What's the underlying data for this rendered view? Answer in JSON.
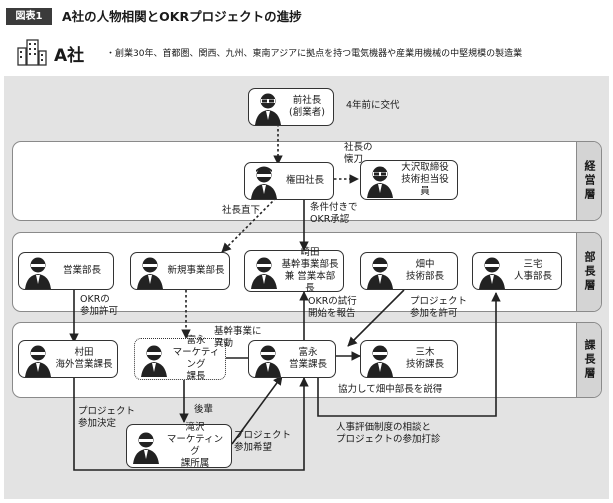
{
  "header": {
    "badge": "図表1",
    "title": "A社の人物相関とOKRプロジェクトの進捗"
  },
  "company": {
    "name": "A社",
    "description": "・創業30年、首都圏、関西、九州、東南アジアに拠点を持つ電気機器や産業用機械の中堅規模の製造業"
  },
  "bands": {
    "management": "経営層",
    "general_manager": "部長層",
    "section_manager": "課長層"
  },
  "nodes": {
    "former_president": "前社長\n(創業者)",
    "president": "権田社長",
    "osawa": "大沢取締役\n技術担当役員",
    "sales_gm": "営業部長",
    "new_biz_gm": "新規事業部長",
    "sakita": "崎田\n基幹事業部長\n兼 営業本部長",
    "hatanaka": "畑中\n技術部長",
    "miyake": "三宅\n人事部長",
    "murata": "村田\n海外営業課長",
    "tominaga_marketing": "富永\nマーケティング\n課長",
    "tominaga_sales": "富永\n営業課長",
    "miki": "三木\n技術課長",
    "takizawa": "滝沢\nマーケティング\n課所属"
  },
  "annotations": {
    "handover": "4年前に交代",
    "right_hand": "社長の\n懐刀",
    "direct_order": "社長直下",
    "conditional_okr": "条件付きで\nOKR承認",
    "okr_permission": "OKRの\n参加許可",
    "okr_trial": "OKRの試行\n開始を報告",
    "project_join_permit": "プロジェクト\n参加を許可",
    "transfer": "基幹事業に\n異動",
    "persuade": "協力して畑中部長を説得",
    "project_decision": "プロジェクト\n参加決定",
    "junior": "後輩",
    "project_hope": "プロジェクト\n参加希望",
    "hr_consult": "人事評価制度の相談と\nプロジェクトの参加打診"
  },
  "icons": {
    "person": "person-icon",
    "building": "building-icon"
  }
}
